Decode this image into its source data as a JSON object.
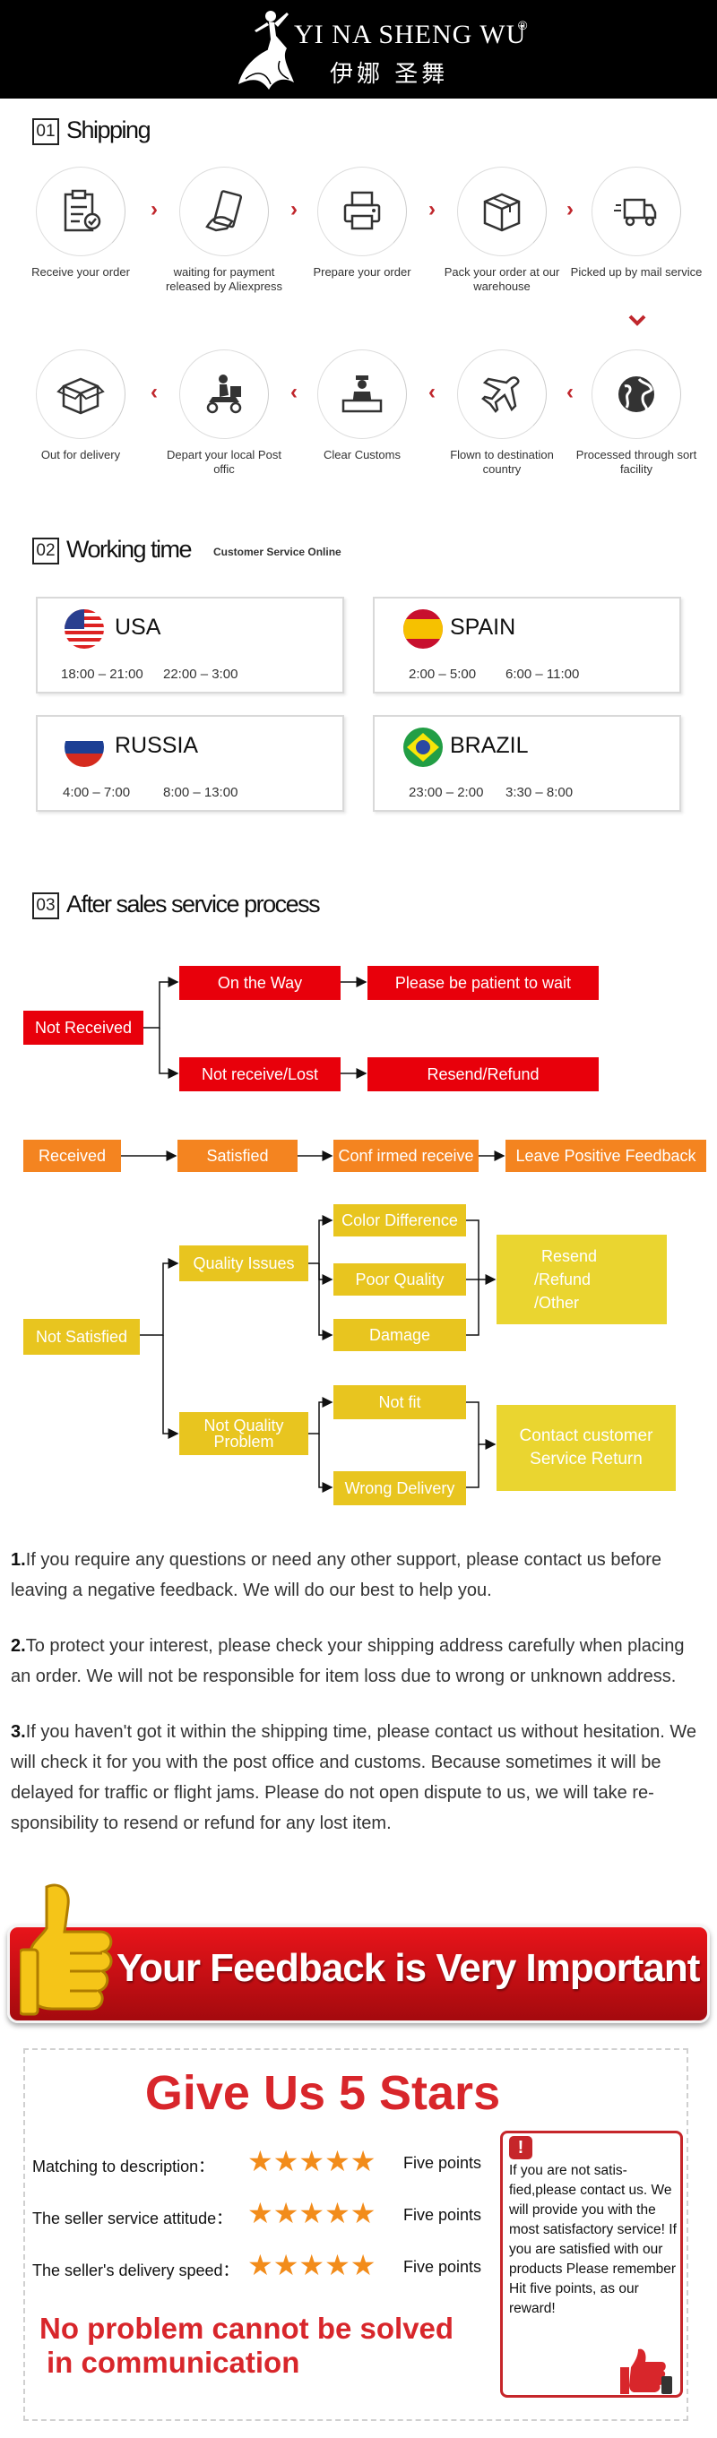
{
  "header": {
    "brand_en": "YI NA SHENG WU",
    "brand_cn": "伊娜 圣舞",
    "registered": "®"
  },
  "shipping": {
    "number": "01",
    "title": "Shipping",
    "row1": [
      {
        "label": "Receive your order",
        "icon": "clipboard-icon"
      },
      {
        "label": "waiting for payment released by Aliexpress",
        "icon": "payment-card-icon"
      },
      {
        "label": "Prepare your order",
        "icon": "printer-icon"
      },
      {
        "label": "Pack your order at our warehouse",
        "icon": "box-icon"
      },
      {
        "label": "Picked up by mail service",
        "icon": "delivery-truck-icon"
      }
    ],
    "row2": [
      {
        "label": "Out for delivery",
        "icon": "open-box-icon"
      },
      {
        "label": "Depart your local Post offic",
        "icon": "courier-scooter-icon"
      },
      {
        "label": "Clear Customs",
        "icon": "customs-officer-icon"
      },
      {
        "label": "Flown to destination country",
        "icon": "airplane-icon"
      },
      {
        "label": "Processed through sort facility",
        "icon": "globe-icon"
      }
    ]
  },
  "working_time": {
    "number": "02",
    "title": "Working time",
    "subtitle": "Customer Service Online",
    "regions": [
      {
        "country": "USA",
        "times": [
          "18:00 – 21:00",
          "22:00 – 3:00"
        ],
        "flag": "us-flag-icon"
      },
      {
        "country": "SPAIN",
        "times": [
          "2:00 – 5:00",
          "6:00 – 11:00"
        ],
        "flag": "spain-flag-icon"
      },
      {
        "country": "RUSSIA",
        "times": [
          "4:00 – 7:00",
          "8:00 – 13:00"
        ],
        "flag": "russia-flag-icon"
      },
      {
        "country": "BRAZIL",
        "times": [
          "23:00 – 2:00",
          "3:30 – 8:00"
        ],
        "flag": "brazil-flag-icon"
      }
    ]
  },
  "after_sales": {
    "number": "03",
    "title": "After sales service process",
    "not_received": "Not Received",
    "on_the_way": "On the Way",
    "be_patient": "Please be patient to wait",
    "not_receive_lost": "Not receive/Lost",
    "resend_refund": "Resend/Refund",
    "received": "Received",
    "satisfied": "Satisfied",
    "confirmed_receive": "Conf irmed receive",
    "leave_feedback": "Leave Positive Feedback",
    "not_satisfied": "Not Satisfied",
    "quality_issues": "Quality Issues",
    "color_difference": "Color Difference",
    "poor_quality": "Poor Quality",
    "damage": "Damage",
    "resend_refund_other_1": "Resend",
    "resend_refund_other_2": "/Refund",
    "resend_refund_other_3": "/Other",
    "not_quality_problem_1": "Not Quality",
    "not_quality_problem_2": "Problem",
    "not_fit": "Not fit",
    "wrong_delivery": "Wrong Delivery",
    "contact_1": "Contact customer",
    "contact_2": "Service Return",
    "colors": {
      "red": "#e8000b",
      "orange": "#f48420",
      "yellow": "#e8c51f"
    }
  },
  "notes": [
    {
      "num": "1.",
      "text": "If you require any questions or need any other support, please contact us before leaving a negative feedback. We will do our best to help you."
    },
    {
      "num": "2.",
      "text": "To protect your interest, please check your shipping address carefully when placing an order. We will not be responsible for item loss due to wrong or unknown address."
    },
    {
      "num": "3.",
      "text": "If you haven't got it within the shipping time, please contact us without hesitation. We will check it for you with the post office and customs. Because sometimes it will be delayed for traffic or flight jams. Please do not open dispute to us, we will take re-sponsibility to resend or refund for any lost item."
    }
  ],
  "feedback": {
    "banner": "Your Feedback is Very Important",
    "stars_title": "Give Us 5 Stars",
    "ratings": [
      {
        "label": "Matching to description：",
        "stars": 5,
        "points": "Five points"
      },
      {
        "label": "The seller service attitude：",
        "stars": 5,
        "points": "Five points"
      },
      {
        "label": "The seller's delivery speed：",
        "stars": 5,
        "points": "Five points"
      }
    ],
    "slogan_1": "No problem cannot be solved",
    "slogan_2": "in communication",
    "notice": "If you are not satis-fied,please contact us. We will provide you with the most satisfactory service! If you are satisfied with our products Please remember Hit five points, as our reward!"
  }
}
